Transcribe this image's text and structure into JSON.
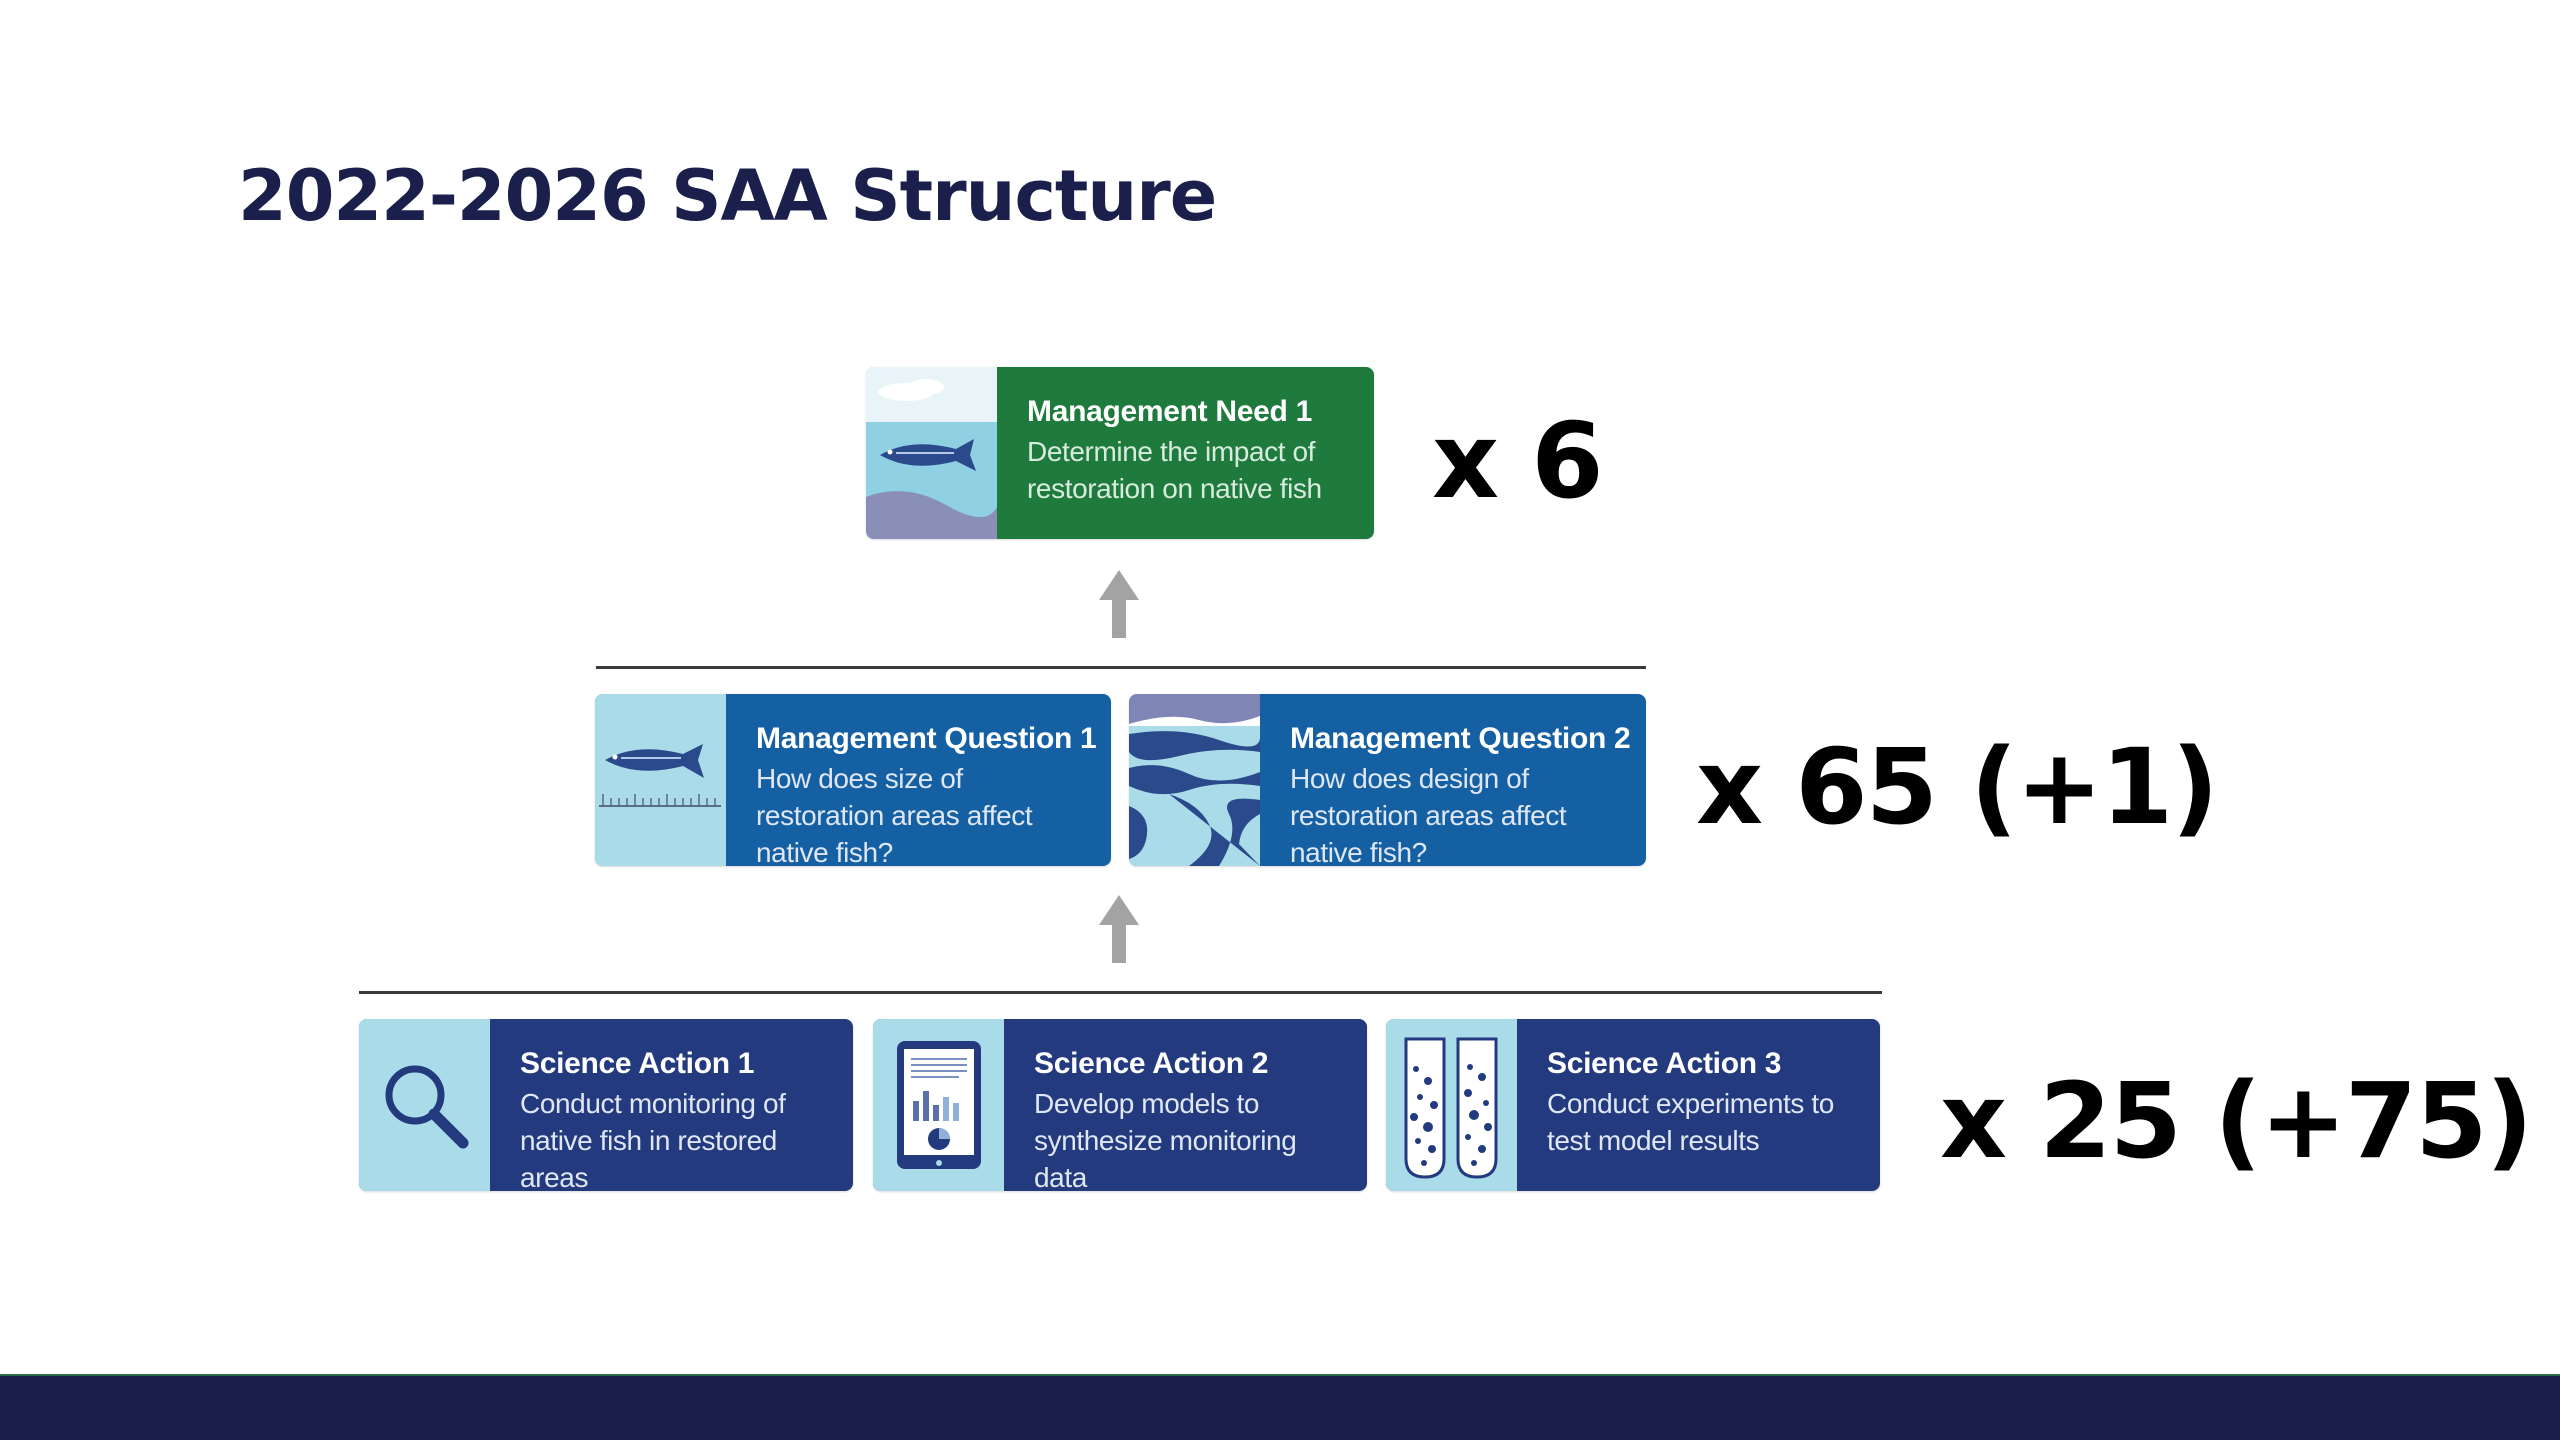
{
  "slide": {
    "title": "2022-2026 SAA Structure"
  },
  "colors": {
    "title": "#1b1f4b",
    "need": "#1f7a3e",
    "question": "#1460a3",
    "action": "#233a7e",
    "thumb_bg": "#a9dbe9",
    "footer": "#1a1f4a"
  },
  "levels": {
    "need": {
      "count": "x 6",
      "cards": [
        {
          "title": "Management Need 1",
          "desc": "Determine the impact of restoration on native fish",
          "icon": "fish-landscape-icon"
        }
      ]
    },
    "questions": {
      "count": "x 65 (+1)",
      "cards": [
        {
          "title": "Management Question 1",
          "desc": "How does size of restoration areas affect native fish?",
          "icon": "fish-ruler-icon"
        },
        {
          "title": "Management Question 2",
          "desc": "How does design of restoration areas affect native fish?",
          "icon": "river-channels-icon"
        }
      ]
    },
    "actions": {
      "count": "x 25 (+75)",
      "cards": [
        {
          "title": "Science Action 1",
          "desc": "Conduct monitoring of native fish in restored areas",
          "icon": "magnifying-glass-icon"
        },
        {
          "title": "Science Action 2",
          "desc": "Develop models to synthesize monitoring data",
          "icon": "tablet-chart-icon"
        },
        {
          "title": "Science Action 3",
          "desc": "Conduct experiments to test model results",
          "icon": "test-tubes-icon"
        }
      ]
    }
  }
}
